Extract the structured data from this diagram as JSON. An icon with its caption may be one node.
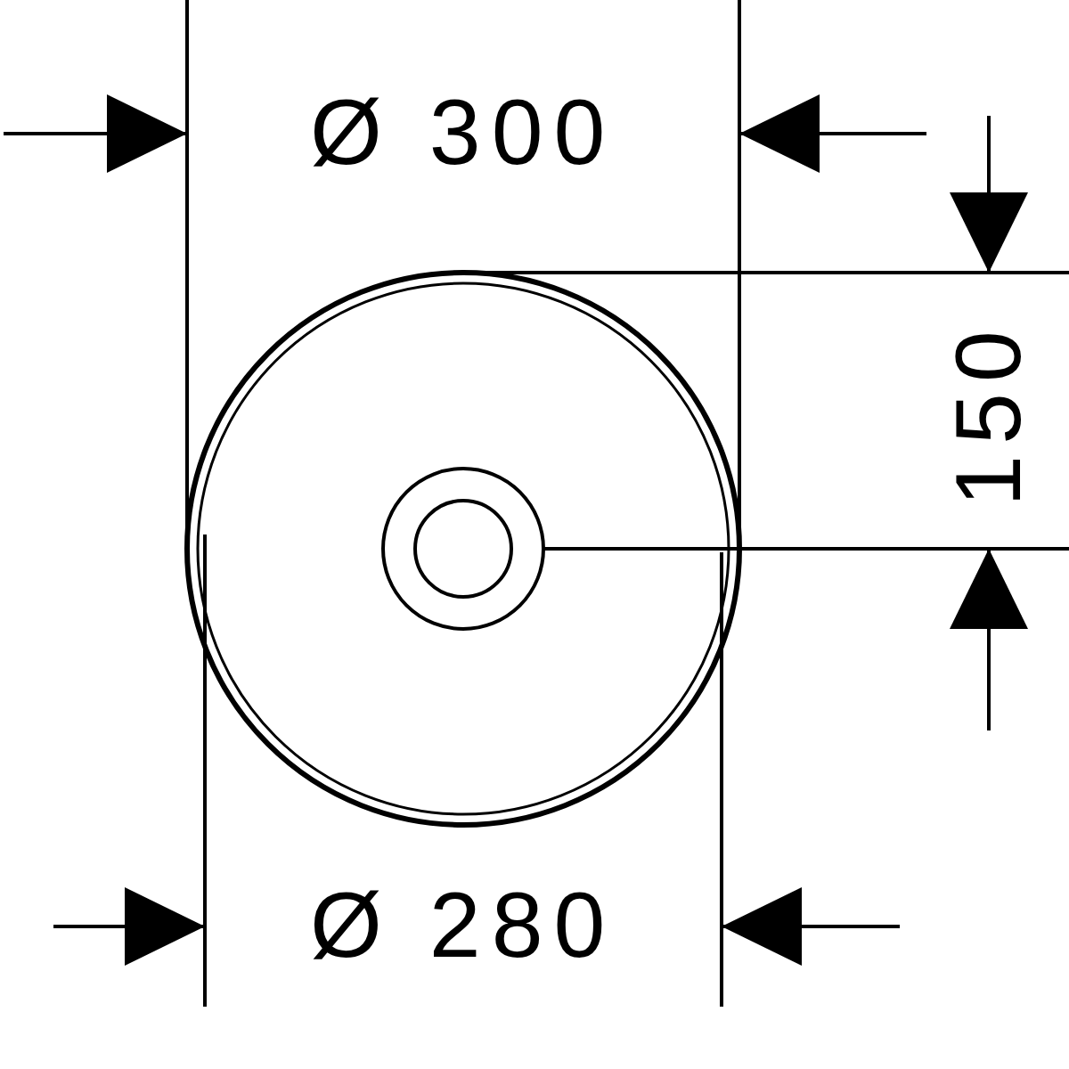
{
  "diagram": {
    "labels": [
      "Ø 300",
      "150",
      "Ø 280"
    ]
  }
}
